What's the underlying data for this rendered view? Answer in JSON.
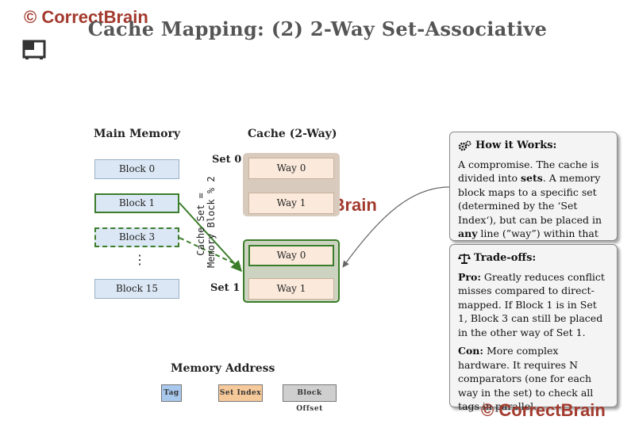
{
  "watermark": "© CorrectBrain",
  "title": "Cache Mapping: (2) 2-Way Set-Associative",
  "main_memory": {
    "heading": "Main Memory",
    "blocks": [
      "Block 0",
      "Block 1",
      "Block 3",
      "Block 15"
    ],
    "ellipsis": "⋮"
  },
  "cache": {
    "heading": "Cache (2-Way)",
    "set0": {
      "label": "Set 0",
      "way0": "Way 0",
      "way1": "Way 1"
    },
    "set1": {
      "label": "Set 1",
      "way0": "Way 0",
      "way1": "Way 1"
    }
  },
  "mapping_rule": {
    "line1": "Cache Set =",
    "line2": "Memory Block % 2"
  },
  "how_it_works": {
    "title": "How it Works:",
    "text_a": "A compromise. The cache is divided into ",
    "bold_a": "sets",
    "text_b": ". A memory block maps to a specific set (determined by the ‘Set Index‘), but can be placed in ",
    "bold_b": "any",
    "text_c": " line (”way”) within that set."
  },
  "trade_offs": {
    "title": "Trade-offs:",
    "pro_label": "Pro:",
    "pro_text": " Greatly reduces conflict misses compared to direct-mapped. If Block 1 is in Set 1, Block 3 can still be placed in the other way of Set 1.",
    "con_label": "Con:",
    "con_text": " More complex hardware. It requires N comparators (one for each way in the set) to check all tags in parallel."
  },
  "memory_address": {
    "heading": "Memory Address",
    "fields": [
      "Tag",
      "Set Index",
      "Block Offset"
    ]
  },
  "colors": {
    "tag": "#a9c8ee",
    "set_index": "#f5c99a",
    "block_offset": "#cfcfcf",
    "active_green": "#3b7d2a",
    "set0_bg": "#d8cbbd"
  }
}
